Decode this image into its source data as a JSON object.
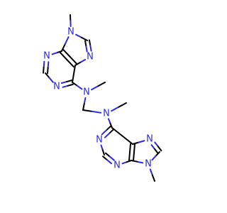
{
  "molecule": {
    "atoms": [
      {
        "id": "me1",
        "element": "C",
        "label": ""
      },
      {
        "id": "n9a",
        "element": "N",
        "label": "N"
      },
      {
        "id": "c8a",
        "element": "C",
        "label": ""
      },
      {
        "id": "n7a",
        "element": "N",
        "label": "N"
      },
      {
        "id": "c5a",
        "element": "C",
        "label": ""
      },
      {
        "id": "c4a",
        "element": "C",
        "label": ""
      },
      {
        "id": "n3a",
        "element": "N",
        "label": "N"
      },
      {
        "id": "c2a",
        "element": "C",
        "label": ""
      },
      {
        "id": "n1a",
        "element": "N",
        "label": "N"
      },
      {
        "id": "c6a",
        "element": "C",
        "label": ""
      },
      {
        "id": "namA",
        "element": "N",
        "label": "N"
      },
      {
        "id": "meA",
        "element": "C",
        "label": ""
      },
      {
        "id": "ch2",
        "element": "C",
        "label": ""
      },
      {
        "id": "namB",
        "element": "N",
        "label": "N"
      },
      {
        "id": "meB",
        "element": "C",
        "label": ""
      },
      {
        "id": "c6b",
        "element": "C",
        "label": ""
      },
      {
        "id": "n1b",
        "element": "N",
        "label": "N"
      },
      {
        "id": "c2b",
        "element": "C",
        "label": ""
      },
      {
        "id": "n3b",
        "element": "N",
        "label": "N"
      },
      {
        "id": "c4b",
        "element": "C",
        "label": ""
      },
      {
        "id": "c5b",
        "element": "C",
        "label": ""
      },
      {
        "id": "n7b",
        "element": "N",
        "label": "N"
      },
      {
        "id": "c8b",
        "element": "C",
        "label": ""
      },
      {
        "id": "n9b",
        "element": "N",
        "label": "N"
      },
      {
        "id": "me2",
        "element": "C",
        "label": ""
      }
    ],
    "bonds": [
      {
        "a": "me1",
        "b": "n9a",
        "order": 1
      },
      {
        "a": "n9a",
        "b": "c8a",
        "order": 1
      },
      {
        "a": "c8a",
        "b": "n7a",
        "order": 2
      },
      {
        "a": "n7a",
        "b": "c5a",
        "order": 1
      },
      {
        "a": "c5a",
        "b": "c4a",
        "order": 2
      },
      {
        "a": "c4a",
        "b": "n9a",
        "order": 1
      },
      {
        "a": "c4a",
        "b": "n3a",
        "order": 1
      },
      {
        "a": "n3a",
        "b": "c2a",
        "order": 2
      },
      {
        "a": "c2a",
        "b": "n1a",
        "order": 1
      },
      {
        "a": "n1a",
        "b": "c6a",
        "order": 2
      },
      {
        "a": "c6a",
        "b": "c5a",
        "order": 1
      },
      {
        "a": "c6a",
        "b": "namA",
        "order": 1
      },
      {
        "a": "namA",
        "b": "meA",
        "order": 1
      },
      {
        "a": "namA",
        "b": "ch2",
        "order": 1
      },
      {
        "a": "ch2",
        "b": "namB",
        "order": 1
      },
      {
        "a": "namB",
        "b": "meB",
        "order": 1
      },
      {
        "a": "namB",
        "b": "c6b",
        "order": 1
      },
      {
        "a": "c6b",
        "b": "n1b",
        "order": 2
      },
      {
        "a": "n1b",
        "b": "c2b",
        "order": 1
      },
      {
        "a": "c2b",
        "b": "n3b",
        "order": 2
      },
      {
        "a": "n3b",
        "b": "c4b",
        "order": 1
      },
      {
        "a": "c4b",
        "b": "c5b",
        "order": 2
      },
      {
        "a": "c5b",
        "b": "c6b",
        "order": 1
      },
      {
        "a": "c5b",
        "b": "n7b",
        "order": 1
      },
      {
        "a": "n7b",
        "b": "c8b",
        "order": 2
      },
      {
        "a": "c8b",
        "b": "n9b",
        "order": 1
      },
      {
        "a": "n9b",
        "b": "c4b",
        "order": 1
      },
      {
        "a": "n9b",
        "b": "me2",
        "order": 1
      }
    ]
  },
  "colors": {
    "carbon_bond": "#000000",
    "nitrogen": "#2a2ae6",
    "background": "#ffffff"
  }
}
